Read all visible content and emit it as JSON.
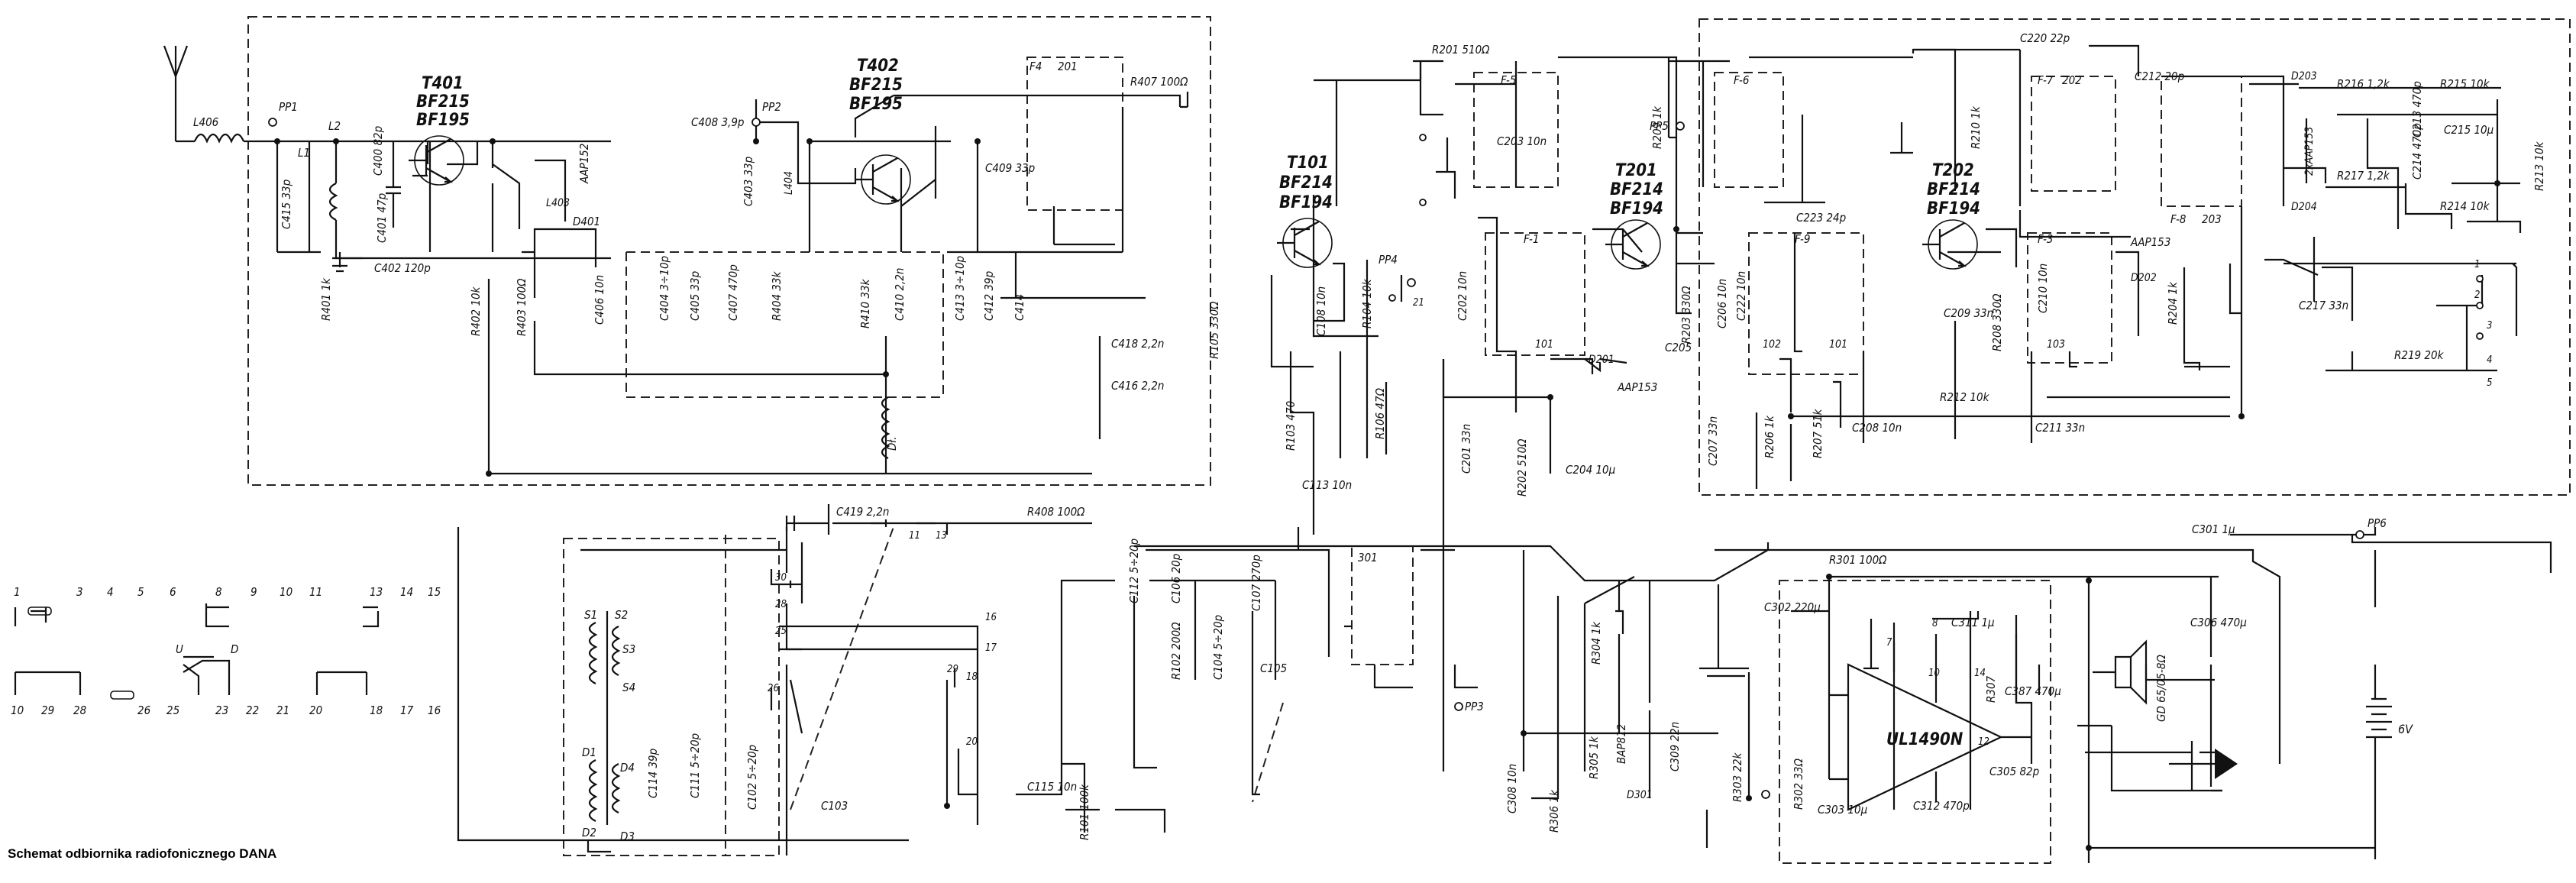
{
  "title": "Schemat odbiornika radiofonicznego DANA",
  "transistors": {
    "t401": {
      "ref": "T401",
      "type1": "BF215",
      "type2": "BF195"
    },
    "t402": {
      "ref": "T402",
      "type1": "BF215",
      "type2": "BF195"
    },
    "t101": {
      "ref": "T101",
      "type1": "BF214",
      "type2": "BF194"
    },
    "t201": {
      "ref": "T201",
      "type1": "BF214",
      "type2": "BF194"
    },
    "t202": {
      "ref": "T202",
      "type1": "BF214",
      "type2": "BF194"
    }
  },
  "ic": {
    "ref": "UL1490N"
  },
  "test_points": [
    "PP1",
    "PP2",
    "PP3",
    "PP4",
    "PP5",
    "PP6"
  ],
  "filters": [
    "F4",
    "201",
    "F-5",
    "F-6",
    "F-7",
    "202",
    "F-1",
    "F-9",
    "F-3",
    "F-8",
    "203",
    "102",
    "101",
    "101",
    "103",
    "301"
  ],
  "diodes": [
    "D401",
    "AAP152",
    "D201",
    "AAP153",
    "D202",
    "AAP153",
    "D203",
    "2xAAP153",
    "D204",
    "D301",
    "BAP812"
  ],
  "resistors": [
    "R401 1k",
    "R402 10k",
    "R403 100Ω",
    "R404 33k",
    "R410 33k",
    "R407 100Ω",
    "R201 510Ω",
    "R105 330Ω",
    "R104 10k",
    "R103 470",
    "R106 47Ω",
    "R102 200Ω",
    "R101 100k",
    "R408 100Ω",
    "R209 1k",
    "R203 330Ω",
    "R202 510Ω",
    "R206 1k",
    "R207 51k",
    "R210 1k",
    "R208 330Ω",
    "R212 10k",
    "R204 1k",
    "R219 20k",
    "R216 1,2k",
    "R217 1,2k",
    "R215 10k",
    "R214 10k",
    "R213 10k",
    "R301 100Ω",
    "R304 1k",
    "R305 1k",
    "R306 1k",
    "R303 22k",
    "R302 33Ω",
    "R307"
  ],
  "capacitors": [
    "C415 33p",
    "C400 82p",
    "C401 47p",
    "C402 120p",
    "C408 3,9p",
    "C403 33p",
    "C409 33p",
    "C406 10n",
    "C404 3÷10p",
    "C405 33p",
    "C407 470p",
    "C410 2,2n",
    "C413 3÷10p",
    "C412 39p",
    "C414",
    "C418 2,2n",
    "C416 2,2n",
    "C419 2,2n",
    "C108 10n",
    "C113 10n",
    "C112 5÷20p",
    "C106 20p",
    "C104 5÷20p",
    "C105",
    "C107 270p",
    "C114 39p",
    "C111 5÷20p",
    "C102 5÷20p",
    "C103",
    "C115 10n",
    "C202 10n",
    "C201 33n",
    "C204 10µ",
    "C205",
    "C203 10n",
    "C223 24p",
    "C206 10n",
    "C207 33n",
    "C222 10n",
    "C208 10n",
    "C209 33n",
    "C210 10n",
    "C211 33n",
    "C217 33n",
    "C220 22p",
    "C212 20p",
    "C213 470p",
    "C214 470p",
    "C215 10µ",
    "C301 1µ",
    "C302 220µ",
    "C306 470µ",
    "C311 1µ",
    "C387 470µ",
    "C305 82p",
    "C303 10µ",
    "C312 470p",
    "C308 10n",
    "C309 22n"
  ],
  "antenna_parts": [
    "L406",
    "L1",
    "L2"
  ],
  "l403": "L403",
  "l404": "L404",
  "choke": "Dł.",
  "speaker": "GD 65/05-8Ω",
  "battery": "6V",
  "switch_labels": [
    "U",
    "D"
  ],
  "switch_numbers_top": [
    "1",
    "3",
    "4",
    "5",
    "6",
    "8",
    "9",
    "10",
    "11",
    "13",
    "14",
    "15"
  ],
  "switch_numbers_bottom": [
    "10",
    "29",
    "28",
    "26",
    "25",
    "23",
    "22",
    "21",
    "20",
    "18",
    "17",
    "16"
  ],
  "coil_labels": [
    "S1",
    "S2",
    "S3",
    "S4",
    "D1",
    "D2",
    "D3",
    "D4"
  ],
  "switch_contacts": [
    "30",
    "28",
    "25",
    "26",
    "29",
    "16",
    "17",
    "18",
    "20",
    "11",
    "13",
    "21",
    "1",
    "2",
    "3",
    "4",
    "5",
    "7",
    "8",
    "10",
    "14",
    "12"
  ]
}
